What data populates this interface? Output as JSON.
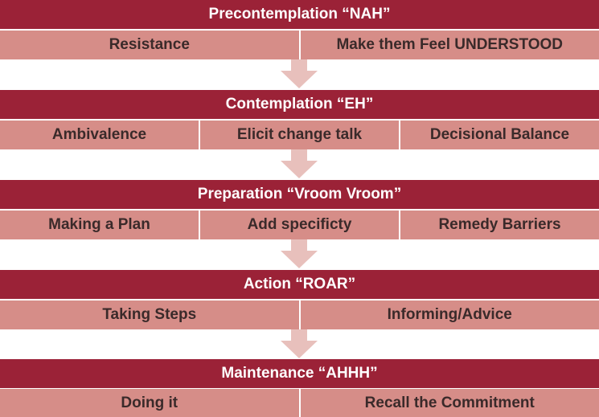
{
  "stages": [
    {
      "title": "Precontemplation “NAH”",
      "items": [
        "Resistance",
        "Make them Feel UNDERSTOOD"
      ]
    },
    {
      "title": "Contemplation “EH”",
      "items": [
        "Ambivalence",
        "Elicit change talk",
        "Decisional Balance"
      ]
    },
    {
      "title": "Preparation “Vroom Vroom”",
      "items": [
        "Making a Plan",
        "Add specificty",
        "Remedy Barriers"
      ]
    },
    {
      "title": "Action “ROAR”",
      "items": [
        "Taking Steps",
        "Informing/Advice"
      ]
    },
    {
      "title": "Maintenance “AHHH”",
      "items": [
        "Doing it",
        "Recall the Commitment"
      ]
    }
  ],
  "colors": {
    "header_bg": "#9b2237",
    "row_bg": "#d68d88",
    "arrow": "#e8c0bc"
  }
}
